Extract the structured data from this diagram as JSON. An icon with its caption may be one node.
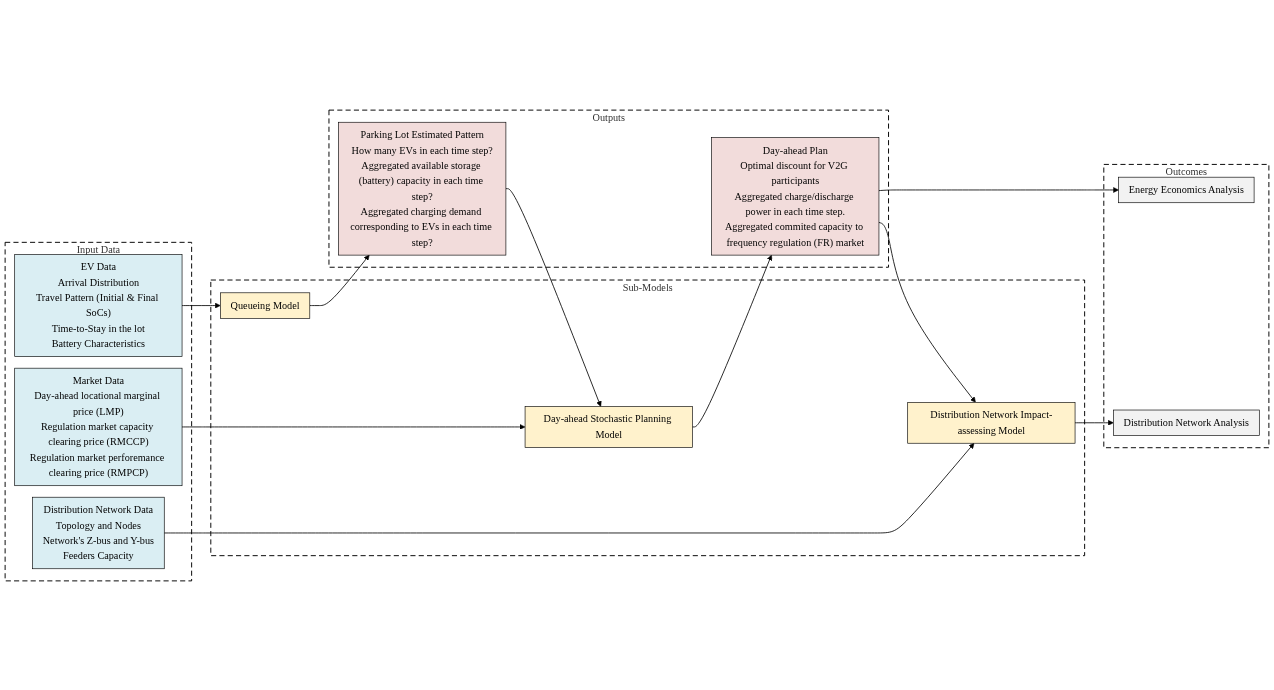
{
  "diagram": {
    "nodes": [
      {
        "text": [
          "Input Data"
        ]
      },
      {
        "text": [
          "EV Data",
          "Arrival Distribution",
          "Travel Pattern (Initial & Final SoCs)",
          "Time-to-Stay in the lot",
          "Battery Characteristics"
        ],
        "in": 0
      },
      {
        "text": [
          "Market Data",
          "Day-ahead locational marginal price (LMP)",
          "Regulation market capacity clearing price (RMCCP)",
          "Regulation market perforemance clearing price (RMPCP)"
        ],
        "in": 0
      },
      {
        "text": [
          "Distribution Network Data",
          "Topology and Nodes",
          "Network's Z-bus and Y-bus",
          "Feeders Capacity"
        ],
        "in": 0
      },
      {
        "text": [
          "Sub-Models"
        ]
      },
      {
        "text": [
          "Queueing Model"
        ],
        "in": 4
      },
      {
        "text": [
          "Day-ahead Stochastic Planning Model"
        ],
        "in": 4
      },
      {
        "text": [
          "Distribution Network Impact-assessing Model"
        ],
        "in": 4
      },
      {
        "text": [
          "Outputs"
        ]
      },
      {
        "text": [
          "Parking Lot Estimated Pattern",
          "How many EVs in each time step?",
          "Aggregated available storage (battery) capacity in each time step?",
          "Aggregated charging demand corresponding to EVs in each time step?"
        ],
        "in": 8
      },
      {
        "text": [
          "Day-ahead Plan",
          "Optimal discount for V2G participants",
          "Aggregated charge/discharge power in each time step.",
          "Aggregated commited capacity to frequency regulation (FR) market"
        ],
        "in": 8
      },
      {
        "text": [
          "Outcomes"
        ]
      },
      {
        "text": [
          "Energy Economics Analysis"
        ],
        "in": 11
      },
      {
        "text": [
          "Distribution Network Analysis"
        ],
        "in": 11
      }
    ],
    "edges": [
      {
        "from": 1,
        "to": 5,
        "arrow": "to"
      },
      {
        "from": 5,
        "to": 9,
        "arrow": "to"
      },
      {
        "from": 9,
        "to": 6,
        "arrow": "to"
      },
      {
        "from": 2,
        "to": 6,
        "arrow": "to"
      },
      {
        "from": 6,
        "to": 10,
        "arrow": "to"
      },
      {
        "from": 10,
        "to": 7,
        "arrow": "to"
      },
      {
        "from": 3,
        "to": 7,
        "arrow": "to"
      },
      {
        "from": 10,
        "to": 12,
        "arrow": "to"
      },
      {
        "from": 7,
        "to": 13,
        "arrow": "to"
      }
    ]
  }
}
